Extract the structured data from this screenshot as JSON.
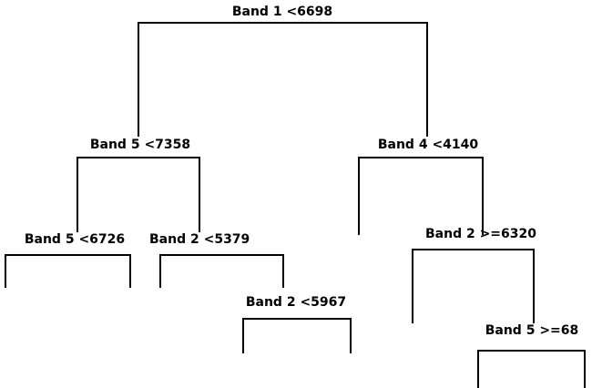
{
  "diagram": {
    "type": "decision-tree",
    "title": "Band 1 <6698",
    "line_color": "#000000",
    "background_color": "#ffffff",
    "text_color": "#000000"
  },
  "nodes": [
    {
      "id": "n0",
      "label": "Band 1 <6698",
      "band": "Band 1",
      "operator": "<",
      "threshold": "6698",
      "level": 0
    },
    {
      "id": "n1",
      "label": "Band 5 <7358",
      "band": "Band 5",
      "operator": "<",
      "threshold": "7358",
      "level": 1
    },
    {
      "id": "n2",
      "label": "Band 4 <4140",
      "band": "Band 4",
      "operator": "<",
      "threshold": "4140",
      "level": 1
    },
    {
      "id": "n3",
      "label": "Band 5 <6726",
      "band": "Band 5",
      "operator": "<",
      "threshold": "6726",
      "level": 2
    },
    {
      "id": "n4",
      "label": "Band 2 <5379",
      "band": "Band 2",
      "operator": "<",
      "threshold": "5379",
      "level": 2
    },
    {
      "id": "n5",
      "label": "Band 2 >=6320",
      "band": "Band 2",
      "operator": ">=",
      "threshold": "6320",
      "level": 2
    },
    {
      "id": "n6",
      "label": "Band 2 <5967",
      "band": "Band 2",
      "operator": "<",
      "threshold": "5967",
      "level": 3
    },
    {
      "id": "n7",
      "label": "Band 5 >=68",
      "band": "Band 5",
      "operator": ">=",
      "threshold": "68",
      "level": 3
    }
  ],
  "edges": [
    {
      "from": "n0",
      "to": "n1",
      "side": "left"
    },
    {
      "from": "n0",
      "to": "n2",
      "side": "right"
    },
    {
      "from": "n1",
      "to": "n3",
      "side": "left"
    },
    {
      "from": "n1",
      "to": "n4",
      "side": "right"
    },
    {
      "from": "n2",
      "to": "n5",
      "side": "right"
    },
    {
      "from": "n4",
      "to": "n6",
      "side": "right"
    },
    {
      "from": "n5",
      "to": "n7",
      "side": "right"
    }
  ]
}
